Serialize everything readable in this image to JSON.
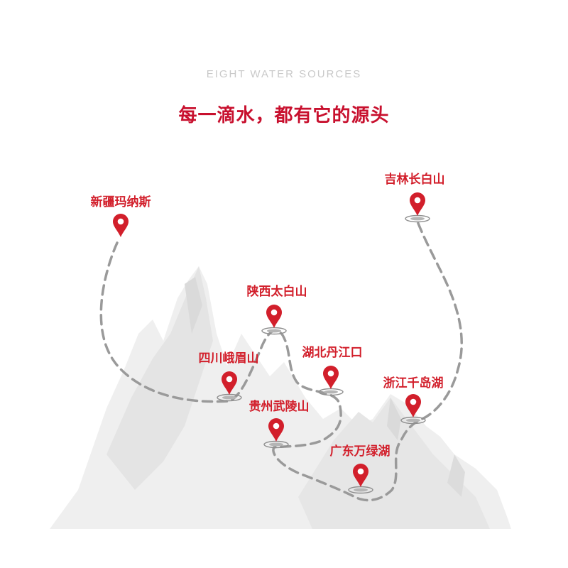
{
  "header": {
    "subtitle": "EIGHT WATER SOURCES",
    "title": "每一滴水，都有它的源头"
  },
  "sources": [
    {
      "id": "xinjiang",
      "label": "新疆玛纳斯"
    },
    {
      "id": "jilin",
      "label": "吉林长白山"
    },
    {
      "id": "shaanxi",
      "label": "陕西太白山"
    },
    {
      "id": "sichuan",
      "label": "四川峨眉山"
    },
    {
      "id": "hubei",
      "label": "湖北丹江口"
    },
    {
      "id": "zhejiang",
      "label": "浙江千岛湖"
    },
    {
      "id": "guizhou",
      "label": "贵州武陵山"
    },
    {
      "id": "guangdong",
      "label": "广东万绿湖"
    }
  ],
  "colors": {
    "accent": "#d21f2b",
    "route": "#9a9a9a",
    "mountain": "#ededed",
    "subtitle": "#c9c9c9"
  }
}
